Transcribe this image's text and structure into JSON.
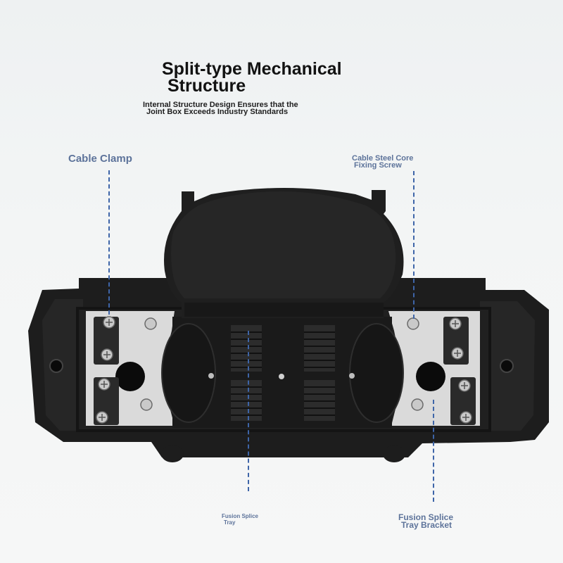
{
  "heading": {
    "line1": "Split-type Mechanical",
    "line2": "Structure",
    "sub_line1": "Internal Structure Design Ensures that the",
    "sub_line2": "Joint Box Exceeds Industry Standards"
  },
  "labels": {
    "cable_clamp": "Cable Clamp",
    "steel_core_line1": "Cable Steel Core",
    "steel_core_line2": "Fixing Screw",
    "splice_tray_line1": "Fusion Splice",
    "splice_tray_line2": "Tray",
    "bracket_line1": "Fusion Splice",
    "bracket_line2": "Tray Bracket"
  },
  "colors": {
    "label_text": "#5d739a",
    "leader_line": "#3e65a8",
    "housing": "#1b1b1b",
    "clamp_plate": "#d9d9d9"
  },
  "icons": [
    "screw-icon",
    "cable-hole-icon"
  ]
}
